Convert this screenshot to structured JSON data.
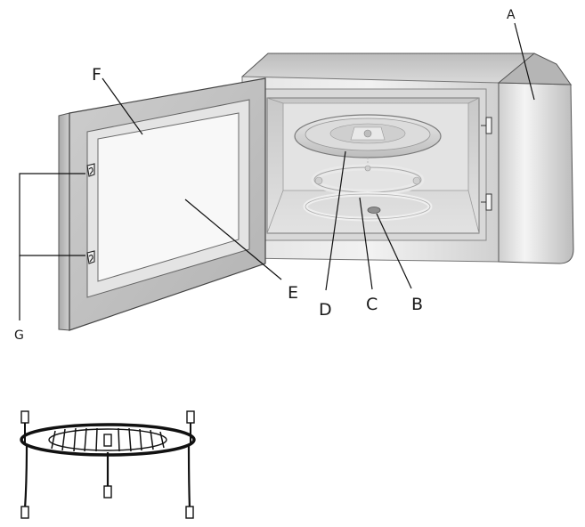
{
  "callouts": {
    "a": "A",
    "b": "B",
    "c": "C",
    "d": "D",
    "e": "E",
    "f": "F",
    "g": "G"
  },
  "colors": {
    "body_light": "#e6e6e6",
    "body_mid": "#c9c9c9",
    "body_dark": "#9a9a9a",
    "outline": "#222222",
    "cavity": "#d4d4d4",
    "window": "#f6f6f6"
  }
}
